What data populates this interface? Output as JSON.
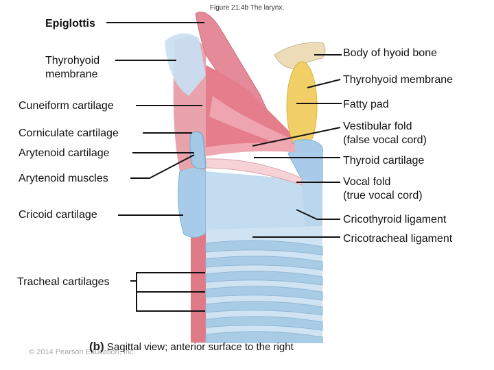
{
  "figure_title": "Figure 21.4b The larynx.",
  "labels_left": {
    "epiglottis": "Epiglottis",
    "thyrohyoid_membrane_1": "Thyrohyoid",
    "thyrohyoid_membrane_2": "membrane",
    "cuneiform_cartilage": "Cuneiform cartilage",
    "corniculate_cartilage": "Corniculate cartilage",
    "arytenoid_cartilage": "Arytenoid cartilage",
    "arytenoid_muscles": "Arytenoid muscles",
    "cricoid_cartilage": "Cricoid cartilage",
    "tracheal_cartilages": "Tracheal cartilages"
  },
  "labels_right": {
    "body_of_hyoid_bone": "Body of hyoid bone",
    "thyrohyoid_membrane": "Thyrohyoid membrane",
    "fatty_pad": "Fatty pad",
    "vestibular_fold_1": "Vestibular fold",
    "vestibular_fold_2": "(false vocal cord)",
    "thyroid_cartilage": "Thyroid cartilage",
    "vocal_fold_1": "Vocal fold",
    "vocal_fold_2": "(true vocal cord)",
    "cricothyroid_ligament": "Cricothyroid ligament",
    "cricotracheal_ligament": "Cricotracheal ligament"
  },
  "caption": {
    "panel_letter": "(b)",
    "text": "Sagittal view; anterior surface to the right"
  },
  "copyright": "© 2014 Pearson Education, Inc."
}
